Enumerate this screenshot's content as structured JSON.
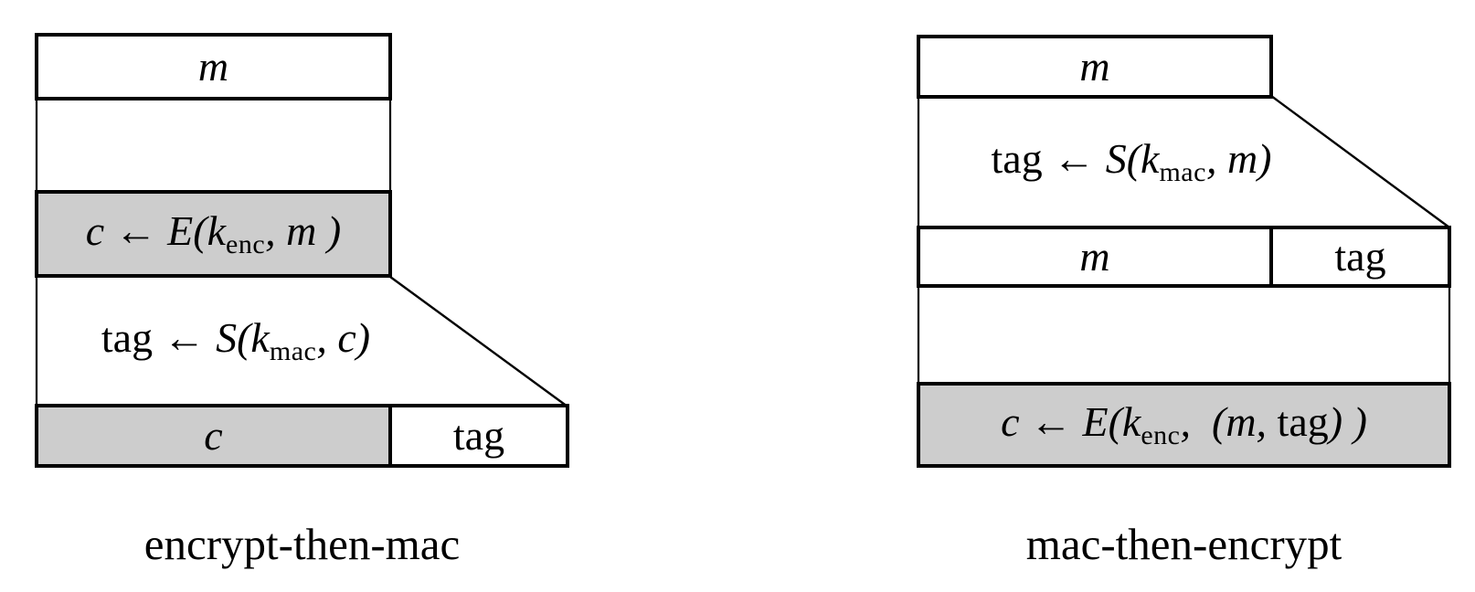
{
  "figure": {
    "background": "#ffffff",
    "line_color": "#000000",
    "shaded_fill": "#cdcdcd",
    "plain_fill": "#ffffff"
  },
  "left_diagram": {
    "caption": "encrypt-then-mac",
    "message_box": "m",
    "encrypt_formula": {
      "head": "c ← E(k",
      "sub": "enc",
      "tail": ", m )"
    },
    "sign_formula": {
      "lhs": "tag",
      "head": " ← S(k",
      "sub": "mac",
      "tail": ", c)"
    },
    "output_cipher": "c",
    "output_tag": "tag"
  },
  "right_diagram": {
    "caption": "mac-then-encrypt",
    "message_box": "m",
    "sign_formula": {
      "lhs": "tag",
      "head": " ← S(k",
      "sub": "mac",
      "tail": ", m)"
    },
    "row_message": "m",
    "row_tag": "tag",
    "encrypt_formula": {
      "head": "c ← E(k",
      "sub": "enc",
      "mid": ",  (m, ",
      "tagword": "tag",
      "tail": ") )"
    }
  }
}
